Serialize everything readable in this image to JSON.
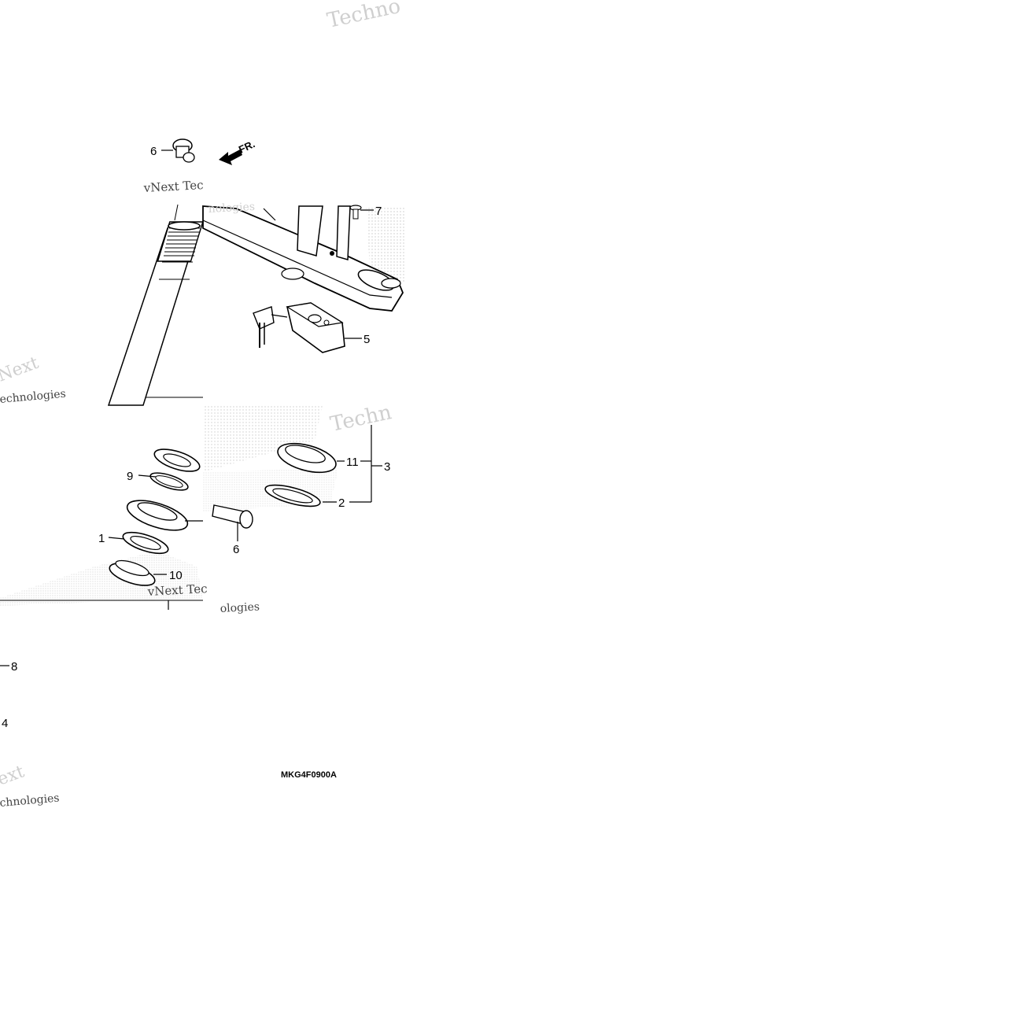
{
  "diagram": {
    "callouts": {
      "c1": "1",
      "c2": "2",
      "c3": "3",
      "c4": "4",
      "c5": "5",
      "c6a": "6",
      "c6b": "6",
      "c7": "7",
      "c8": "8",
      "c9": "9",
      "c10": "10",
      "c11": "11"
    },
    "direction_arrow": "FR.",
    "diagram_code": "MKG4F0900A",
    "watermarks": {
      "w1": "Techno",
      "w2": "vNext Tec",
      "w3": "nologies",
      "w4": "Next",
      "w5": "echnologies",
      "w6": "Techn",
      "w7": "vNext Tec",
      "w8": "ologies",
      "w9": "ext",
      "w10": "chnologies"
    }
  }
}
